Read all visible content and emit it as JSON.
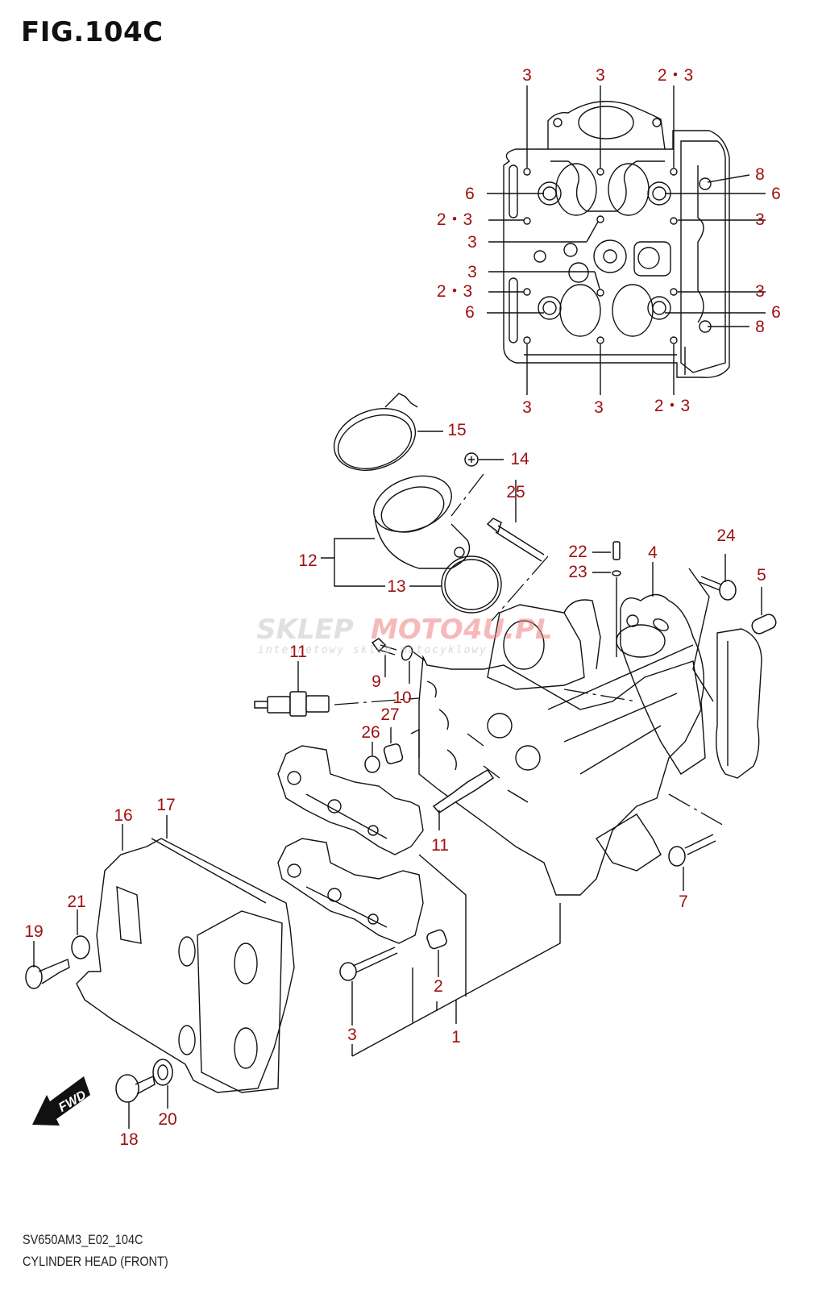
{
  "figure": {
    "title": "FIG.104C",
    "model_code": "SV650AM3_E02_104C",
    "caption": "CYLINDER HEAD (FRONT)",
    "label_color": "#a01010",
    "line_color": "#111111"
  },
  "watermark": {
    "brand_left": "SKLEP",
    "brand_right": "MOTO4U.PL",
    "tagline": "internetowy sklep motocyklowy"
  },
  "fwd_arrow": {
    "label": "FWD"
  },
  "top_view_callouts": [
    {
      "id": "t1",
      "label": "3"
    },
    {
      "id": "t2",
      "label": "3"
    },
    {
      "id": "t3",
      "label": "2・3"
    },
    {
      "id": "t4",
      "label": "8"
    },
    {
      "id": "t5",
      "label": "6"
    },
    {
      "id": "t6",
      "label": "6"
    },
    {
      "id": "t7",
      "label": "2・3"
    },
    {
      "id": "t8",
      "label": "3"
    },
    {
      "id": "t9",
      "label": "3"
    },
    {
      "id": "t10",
      "label": "3"
    },
    {
      "id": "t11",
      "label": "2・3"
    },
    {
      "id": "t12",
      "label": "3"
    },
    {
      "id": "t13",
      "label": "6"
    },
    {
      "id": "t14",
      "label": "6"
    },
    {
      "id": "t15",
      "label": "8"
    },
    {
      "id": "t16",
      "label": "3"
    },
    {
      "id": "t17",
      "label": "3"
    },
    {
      "id": "t18",
      "label": "2・3"
    }
  ],
  "part_callouts": [
    {
      "id": "p15",
      "label": "15",
      "part": "clamp"
    },
    {
      "id": "p14",
      "label": "14",
      "part": "screw"
    },
    {
      "id": "p25",
      "label": "25",
      "part": "bolt"
    },
    {
      "id": "p12",
      "label": "12",
      "part": "intake pipe"
    },
    {
      "id": "p13",
      "label": "13",
      "part": "o-ring"
    },
    {
      "id": "p22",
      "label": "22",
      "part": "fitting"
    },
    {
      "id": "p23",
      "label": "23",
      "part": "gasket"
    },
    {
      "id": "p4",
      "label": "4",
      "part": "cylinder head gasket"
    },
    {
      "id": "p24",
      "label": "24",
      "part": "bolt"
    },
    {
      "id": "p5",
      "label": "5",
      "part": "dowel pin"
    },
    {
      "id": "p11a",
      "label": "11",
      "part": "spark plug"
    },
    {
      "id": "p9",
      "label": "9",
      "part": "bolt"
    },
    {
      "id": "p10",
      "label": "10",
      "part": "washer"
    },
    {
      "id": "p27",
      "label": "27",
      "part": "dowel"
    },
    {
      "id": "p26",
      "label": "26",
      "part": "seal"
    },
    {
      "id": "p17",
      "label": "17",
      "part": "cover gasket"
    },
    {
      "id": "p16",
      "label": "16",
      "part": "cylinder head cover"
    },
    {
      "id": "p11b",
      "label": "11",
      "part": "spark plug"
    },
    {
      "id": "p7",
      "label": "7",
      "part": "nut"
    },
    {
      "id": "p21",
      "label": "21",
      "part": "washer"
    },
    {
      "id": "p19",
      "label": "19",
      "part": "bolt"
    },
    {
      "id": "p2",
      "label": "2",
      "part": "dowel"
    },
    {
      "id": "p3",
      "label": "3",
      "part": "bolt"
    },
    {
      "id": "p1",
      "label": "1",
      "part": "cylinder head assy"
    },
    {
      "id": "p20",
      "label": "20",
      "part": "seal washer"
    },
    {
      "id": "p18",
      "label": "18",
      "part": "bolt"
    }
  ]
}
